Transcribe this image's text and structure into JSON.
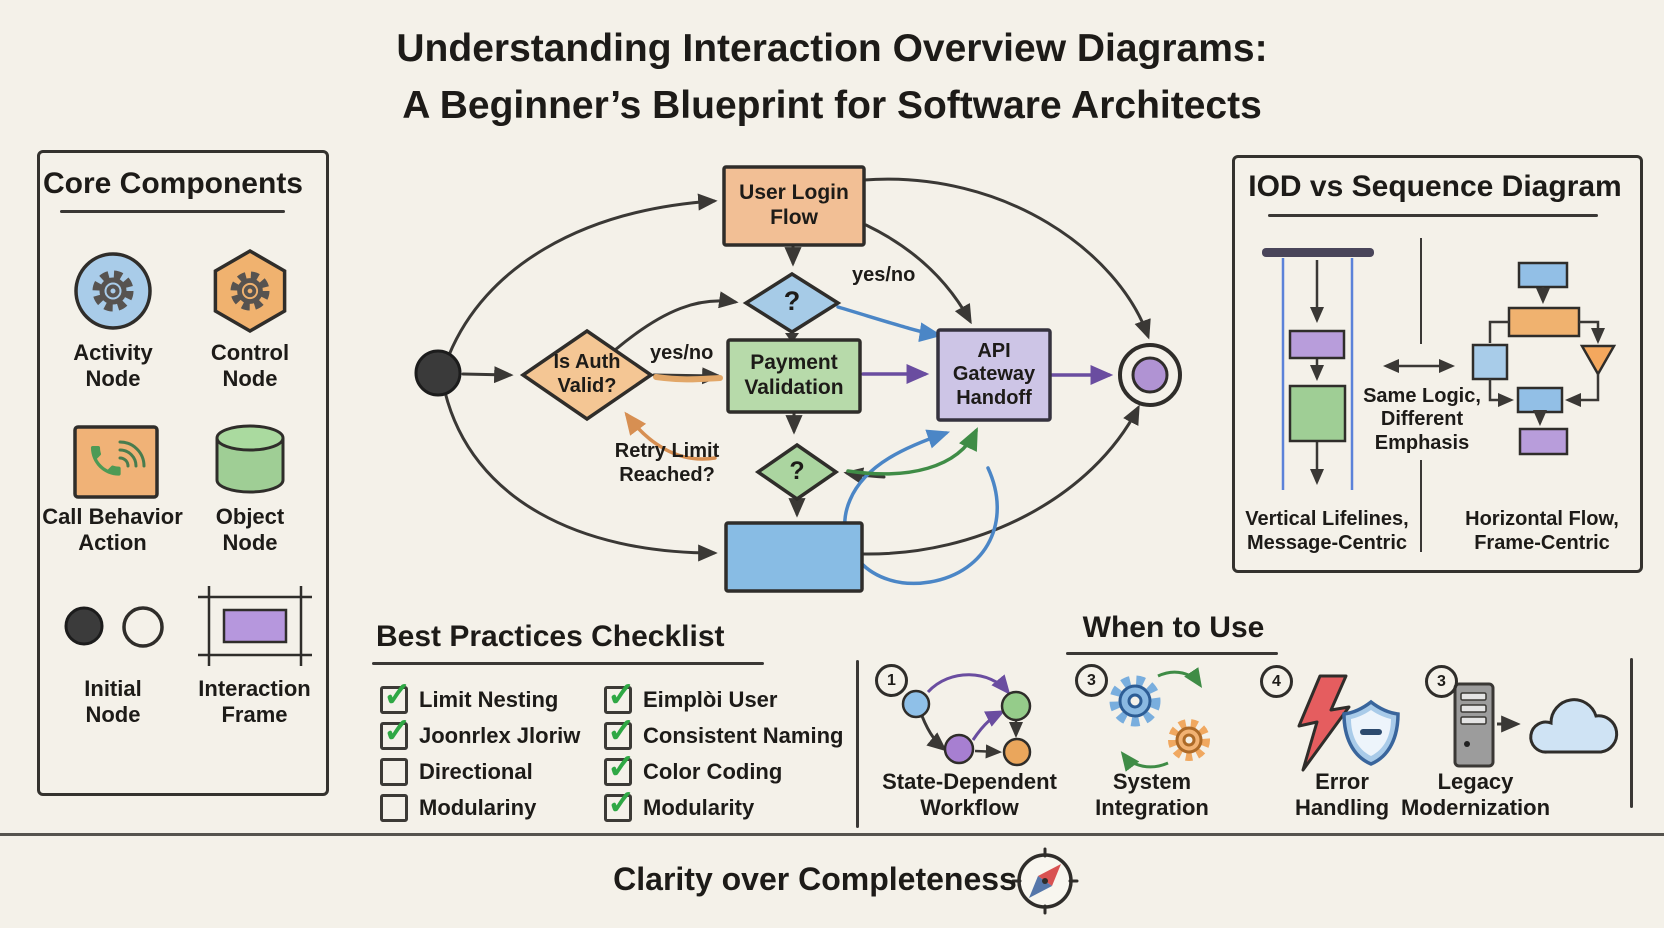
{
  "title": {
    "line1": "Understanding Interaction Overview Diagrams:",
    "line2": "A Beginner’s Blueprint for Software Architects"
  },
  "core_components": {
    "heading": "Core Components",
    "items": [
      {
        "icon": "gear-circle-icon",
        "label": "Activity\nNode"
      },
      {
        "icon": "gear-hexagon-icon",
        "label": "Control\nNode"
      },
      {
        "icon": "phone-card-icon",
        "label": "Call Behavior\nAction"
      },
      {
        "icon": "cylinder-icon",
        "label": "Object\nNode"
      },
      {
        "icon": "initial-node-icon",
        "label": "Initial\nNode"
      },
      {
        "icon": "interaction-frame-icon",
        "label": "Interaction\nFrame"
      }
    ]
  },
  "flow": {
    "nodes": {
      "user_login": "User Login\nFlow",
      "auth_decision": "?",
      "is_auth": "Is Auth\nValid?",
      "payment": "Payment\nValidation",
      "api_gateway": "API\nGateway\nHandoff",
      "retry_decision": "?",
      "retry_note": "Retry Limit\nReached?"
    },
    "labels": {
      "yes_no_upper": "yes/no",
      "yes_no_lower": "yes/no"
    }
  },
  "iod_vs_seq": {
    "heading": "IOD vs Sequence Diagram",
    "center_note": "Same Logic,\nDifferent\nEmphasis",
    "left_caption": "Vertical Lifelines,\nMessage-Centric",
    "right_caption": "Horizontal Flow,\nFrame-Centric"
  },
  "best_practices": {
    "heading": "Best Practices Checklist",
    "check_glyph": "✓",
    "items": [
      {
        "label": "Limit Nesting",
        "checked": true
      },
      {
        "label": "Joonrlex Jloriw",
        "checked": true
      },
      {
        "label": "Directional",
        "checked": false
      },
      {
        "label": "Modulariny",
        "checked": false
      },
      {
        "label": "Eimplòi User",
        "checked": true
      },
      {
        "label": "Consistent Naming",
        "checked": true
      },
      {
        "label": "Color Coding",
        "checked": true
      },
      {
        "label": "Modularity",
        "checked": true
      }
    ]
  },
  "when_to_use": {
    "heading": "When to Use",
    "items": [
      {
        "badge": "1",
        "icon": "state-nodes-icon",
        "label": "State-Dependent\nWorkflow"
      },
      {
        "badge": "3",
        "icon": "gears-icon",
        "label": "System\nIntegration"
      },
      {
        "badge": "4",
        "icon": "lightning-shield-icon",
        "label": "Error\nHandling"
      },
      {
        "badge": "3",
        "icon": "server-cloud-icon",
        "label": "Legacy\nModernization"
      }
    ]
  },
  "footer": {
    "motto": "Clarity over Completeness"
  },
  "colors": {
    "background": "#f4f1e9",
    "ink": "#2f2d2a",
    "orange_fill": "#f2bf95",
    "blue_fill": "#a6cbe7",
    "solid_blue_fill": "#88bce4",
    "green_fill": "#b7daaa",
    "purple_fill": "#cdc5e6",
    "arrow_blue": "#4b86c6",
    "arrow_green": "#3f8c46",
    "arrow_purple": "#6a4da0",
    "arrow_orange": "#d78f52",
    "check_green": "#2fa844",
    "error_red": "#e55d5f"
  }
}
